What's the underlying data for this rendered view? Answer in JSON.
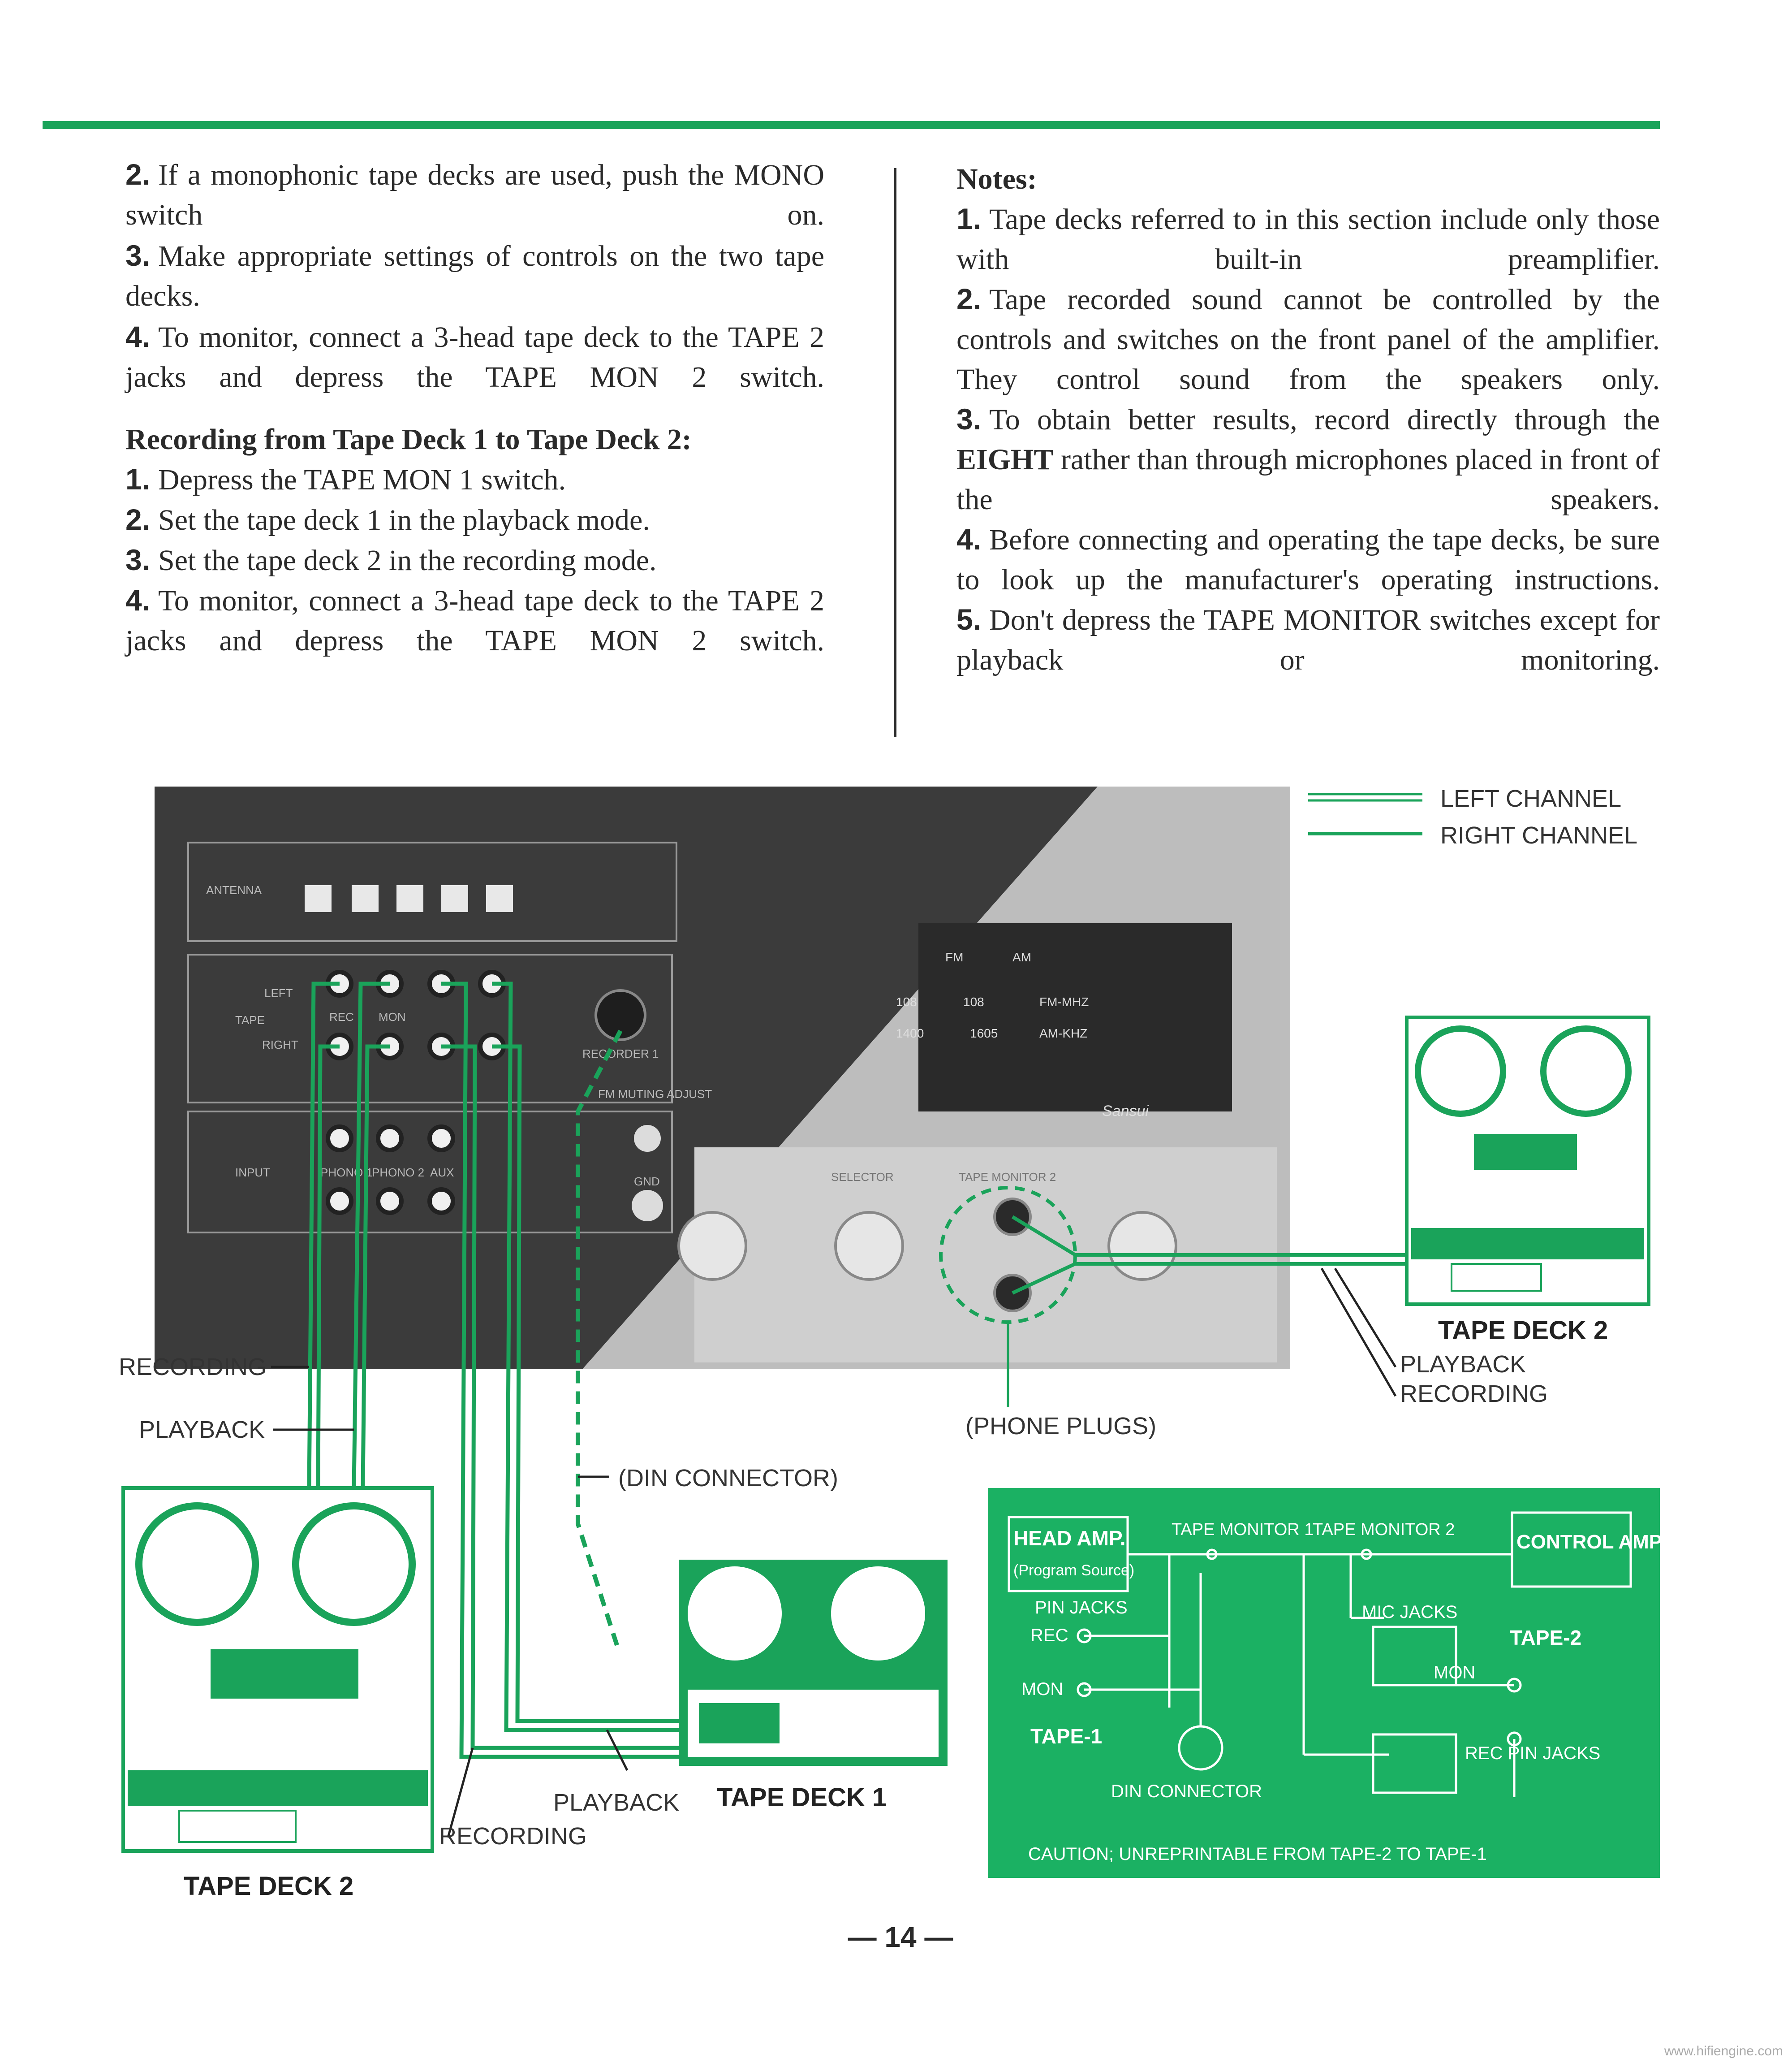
{
  "left_column": {
    "items_top": [
      {
        "num": "2.",
        "text": "If a monophonic tape decks are used, push the MONO switch on."
      },
      {
        "num": "3.",
        "text": "Make appropriate settings of controls on the two tape decks."
      },
      {
        "num": "4.",
        "text": "To monitor, connect a 3-head tape deck to the TAPE 2 jacks and depress the TAPE MON 2 switch."
      }
    ],
    "section_heading": "Recording from Tape Deck 1 to Tape Deck 2:",
    "items_bottom": [
      {
        "num": "1.",
        "text": "Depress the TAPE MON 1 switch."
      },
      {
        "num": "2.",
        "text": "Set the tape deck 1 in the playback mode."
      },
      {
        "num": "3.",
        "text": "Set the tape deck 2 in the recording mode."
      },
      {
        "num": "4.",
        "text": "To monitor, connect a 3-head tape deck to the TAPE 2 jacks and depress the TAPE MON 2 switch."
      }
    ]
  },
  "right_column": {
    "heading": "Notes:",
    "note1": {
      "num": "1.",
      "text": "Tape decks referred to in this section include only those with built-in preamplifier."
    },
    "note2": {
      "num": "2.",
      "text": "Tape recorded sound cannot be controlled by the controls and switches on the front panel of the amplifier. They control sound from the speakers only."
    },
    "note3": {
      "num": "3.",
      "pre": "To obtain better results, record directly through the",
      "bold": "EIGHT",
      "post": "rather than through microphones placed in front of the speakers."
    },
    "note4": {
      "num": "4.",
      "text": "Before connecting and operating the tape decks, be sure to look up the manufacturer's operating instructions."
    },
    "note5": {
      "num": "5.",
      "text": "Don't depress the TAPE MONITOR switches except for playback or monitoring."
    }
  },
  "diagram": {
    "legend_left": "LEFT CHANNEL",
    "legend_right": "RIGHT CHANNEL",
    "recording_left": "RECORDING",
    "playback_left": "PLAYBACK",
    "din_connector": "(DIN CONNECTOR)",
    "phone_plugs": "(PHONE PLUGS)",
    "playback_right": "PLAYBACK",
    "recording_right": "RECORDING",
    "tape_deck_2_right": "TAPE DECK 2",
    "tape_deck_2_left": "TAPE DECK 2",
    "tape_deck_1": "TAPE DECK 1",
    "playback_bottom": "PLAYBACK",
    "recording_bottom": "RECORDING",
    "panel_labels": {
      "antenna": "ANTENNA",
      "left": "LEFT",
      "right": "RIGHT",
      "tape": "TAPE",
      "input": "INPUT",
      "rec": "REC",
      "mon": "MON",
      "phono1": "PHONO 1",
      "phono2": "PHONO 2",
      "aux": "AUX",
      "fm_muting": "FM MUTING ADJUST",
      "gnd": "GND",
      "recorder": "RECORDER 1",
      "selector": "SELECTOR",
      "tape_monitor_2": "TAPE MONITOR 2",
      "fm": "FM",
      "am": "AM",
      "fm_mhz": "FM-MHZ",
      "am_khz": "AM-KHZ",
      "brand": "Sansui",
      "dial_108a": "108",
      "dial_108b": "108",
      "dial_1400": "1400",
      "dial_1605": "1605"
    }
  },
  "block_diagram": {
    "head_amp": "HEAD AMP.",
    "program_source": "(Program Source)",
    "tape_monitor_1": "TAPE MONITOR 1",
    "tape_monitor_2": "TAPE MONITOR 2",
    "control_amp": "CONTROL AMP.",
    "pin_jacks": "PIN JACKS",
    "rec": "REC",
    "mon": "MON",
    "mic_jacks": "MIC JACKS",
    "tape_2": "TAPE-2",
    "mon2": "MON",
    "tape_1": "TAPE-1",
    "din_connector": "DIN CONNECTOR",
    "rec_pin_jacks": "REC PIN JACKS",
    "caution": "CAUTION; UNREPRINTABLE FROM TAPE-2 TO TAPE-1"
  },
  "page_number": "14",
  "watermark": "www.hifiengine.com",
  "colors": {
    "accent": "#1aa35a",
    "block_bg": "#1bb163",
    "panel_dark": "#3a3a3a",
    "panel_silver": "#b9b9b9"
  }
}
